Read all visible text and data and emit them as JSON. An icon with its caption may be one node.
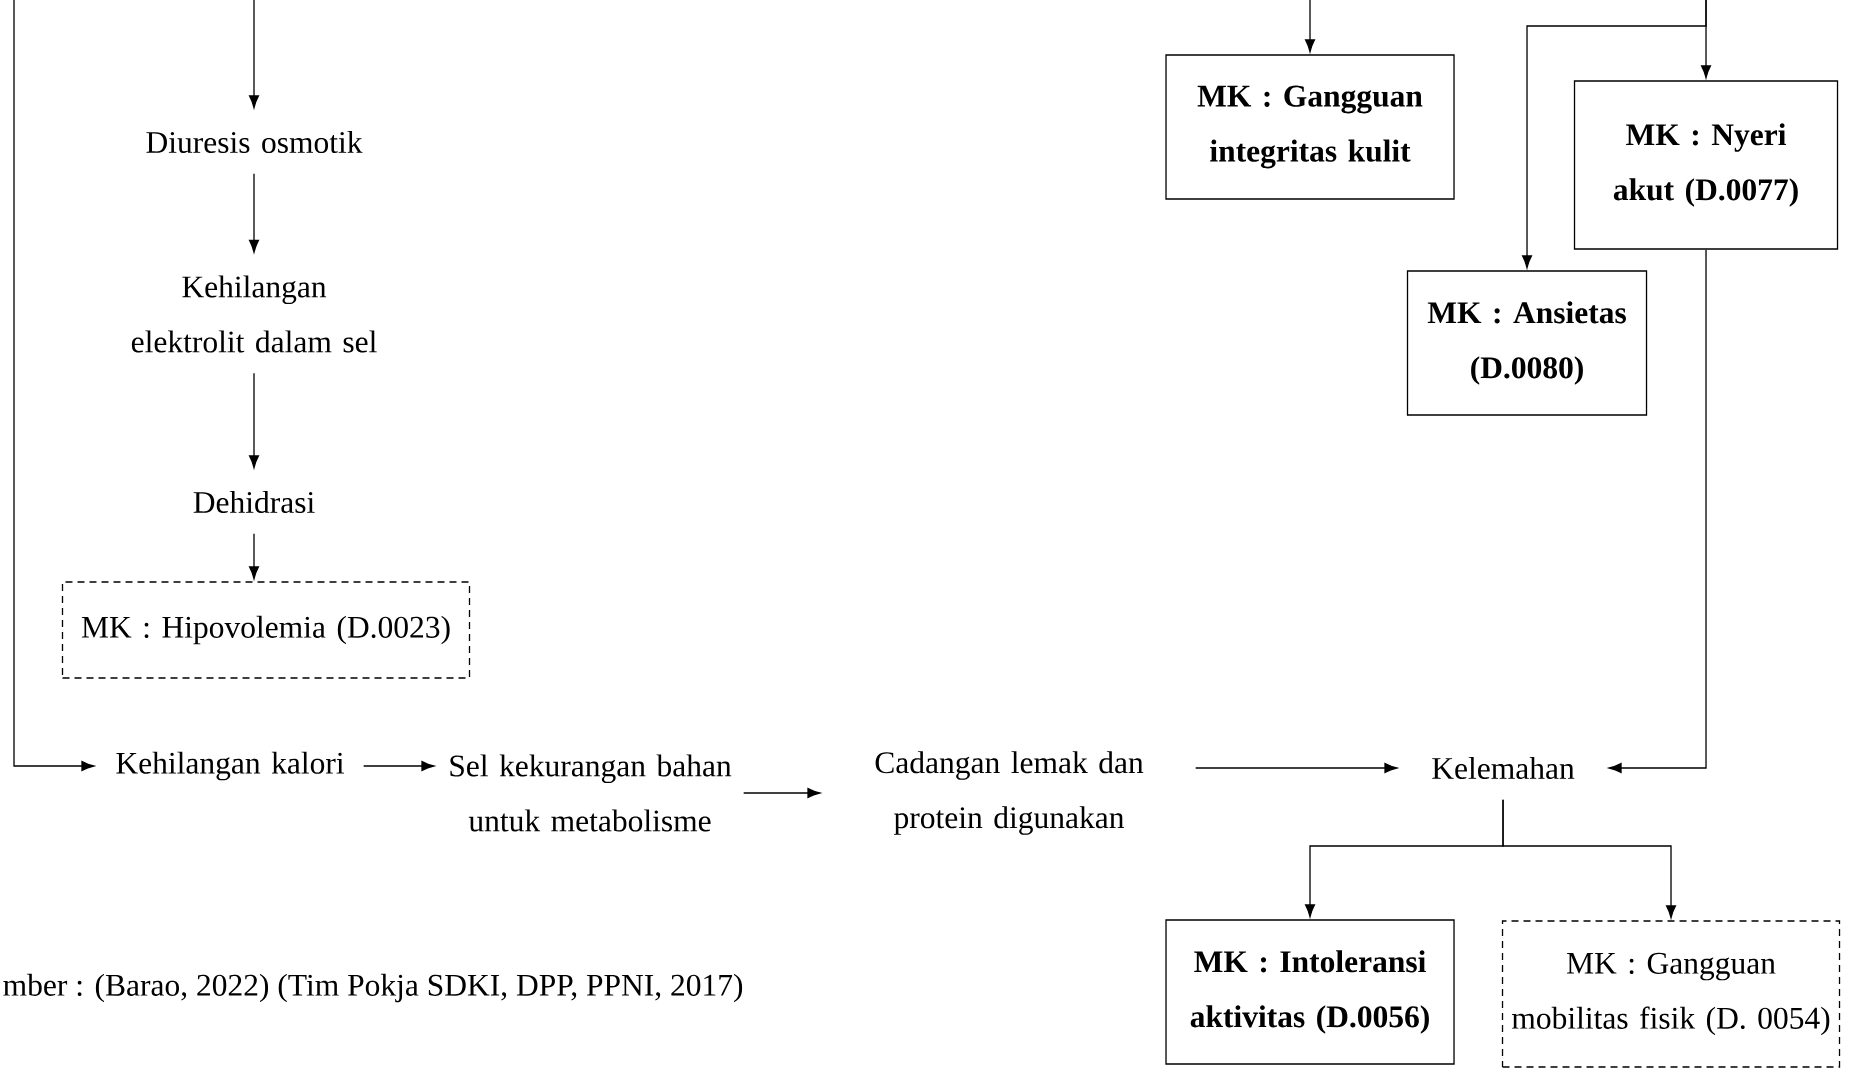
{
  "diagram": {
    "nodes": [
      {
        "text": [
          "Diuresis osmotik"
        ]
      },
      {
        "text": [
          "Kehilangan elektrolit dalam sel"
        ]
      },
      {
        "text": [
          "Dehidrasi"
        ]
      },
      {
        "text": [
          "MK : Hipovolemia (D.0023)"
        ]
      },
      {
        "text": [
          "Kehilangan kalori"
        ]
      },
      {
        "text": [
          "Sel kekurangan bahan untuk metabolisme"
        ]
      },
      {
        "text": [
          "Cadangan lemak dan protein digunakan"
        ]
      },
      {
        "text": [
          "Kelemahan"
        ]
      },
      {
        "text": [
          "MK : Gangguan integritas kulit"
        ]
      },
      {
        "text": [
          "MK : Nyeri akut (D.0077)"
        ]
      },
      {
        "text": [
          "MK : Ansietas (D.0080)"
        ]
      },
      {
        "text": [
          "MK : Intoleransi aktivitas (D.0056)"
        ]
      },
      {
        "text": [
          "MK : Gangguan mobilitas fisik (D. 0054)"
        ]
      }
    ],
    "edges": [
      {
        "from": null,
        "to": 0,
        "arrow": "to"
      },
      {
        "from": 0,
        "to": 1,
        "arrow": "to"
      },
      {
        "from": 1,
        "to": 2,
        "arrow": "to"
      },
      {
        "from": 2,
        "to": 3,
        "arrow": "to"
      },
      {
        "from": null,
        "to": 4,
        "arrow": "to"
      },
      {
        "from": 4,
        "to": 5,
        "arrow": "to"
      },
      {
        "from": 5,
        "to": 6,
        "arrow": "to"
      },
      {
        "from": 6,
        "to": 7,
        "arrow": "to"
      },
      {
        "from": null,
        "to": 8,
        "arrow": "to"
      },
      {
        "from": null,
        "to": 9,
        "arrow": "to"
      },
      {
        "from": null,
        "to": 10,
        "arrow": "to"
      },
      {
        "from": 9,
        "to": 7,
        "arrow": "to"
      },
      {
        "from": 7,
        "to": 11,
        "arrow": "to"
      },
      {
        "from": 7,
        "to": 12,
        "arrow": "to"
      }
    ],
    "labels": [
      "mber : (Barao, 2022) (Tim Pokja SDKI, DPP, PPNI, 2017)"
    ]
  }
}
